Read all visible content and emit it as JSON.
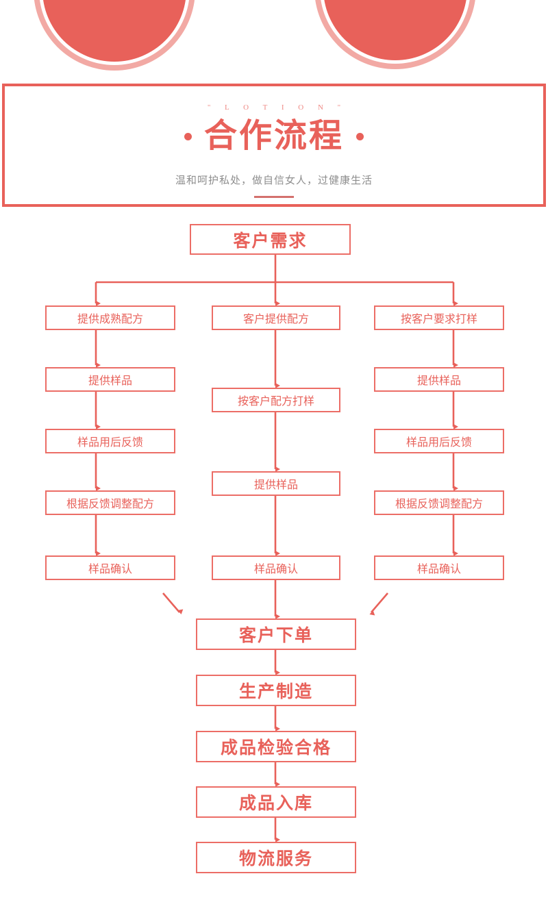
{
  "decor": {
    "circle_color": "#e8615a",
    "ring_color": "#f2a9a4",
    "circles": [
      "decor-circle-left",
      "decor-circle-right"
    ]
  },
  "header": {
    "eyebrow": "\" L O T I O N \"",
    "title": "合作流程",
    "subtitle": "温和呵护私处，做自信女人，过健康生活",
    "accent_color": "#e8615a",
    "subtitle_color": "#8e8e8e",
    "frame_color": "#e8615a"
  },
  "flow": {
    "root": {
      "label": "客户需求"
    },
    "columns": [
      {
        "name": "column-left",
        "steps": [
          {
            "label": "提供成熟配方"
          },
          {
            "label": "提供样品"
          },
          {
            "label": "样品用后反馈"
          },
          {
            "label": "根据反馈调整配方"
          },
          {
            "label": "样品确认"
          }
        ]
      },
      {
        "name": "column-center",
        "steps": [
          {
            "label": "客户提供配方"
          },
          {
            "label": "按客户配方打样"
          },
          {
            "label": "提供样品"
          },
          {
            "label": "样品确认"
          }
        ]
      },
      {
        "name": "column-right",
        "steps": [
          {
            "label": "按客户要求打样"
          },
          {
            "label": "提供样品"
          },
          {
            "label": "样品用后反馈"
          },
          {
            "label": "根据反馈调整配方"
          },
          {
            "label": "样品确认"
          }
        ]
      }
    ],
    "tail": [
      {
        "label": "客户下单"
      },
      {
        "label": "生产制造"
      },
      {
        "label": "成品检验合格"
      },
      {
        "label": "成品入库"
      },
      {
        "label": "物流服务"
      }
    ],
    "box_border_color": "#ec6d66",
    "text_color": "#e8615a",
    "arrow_color": "#e8615a"
  }
}
